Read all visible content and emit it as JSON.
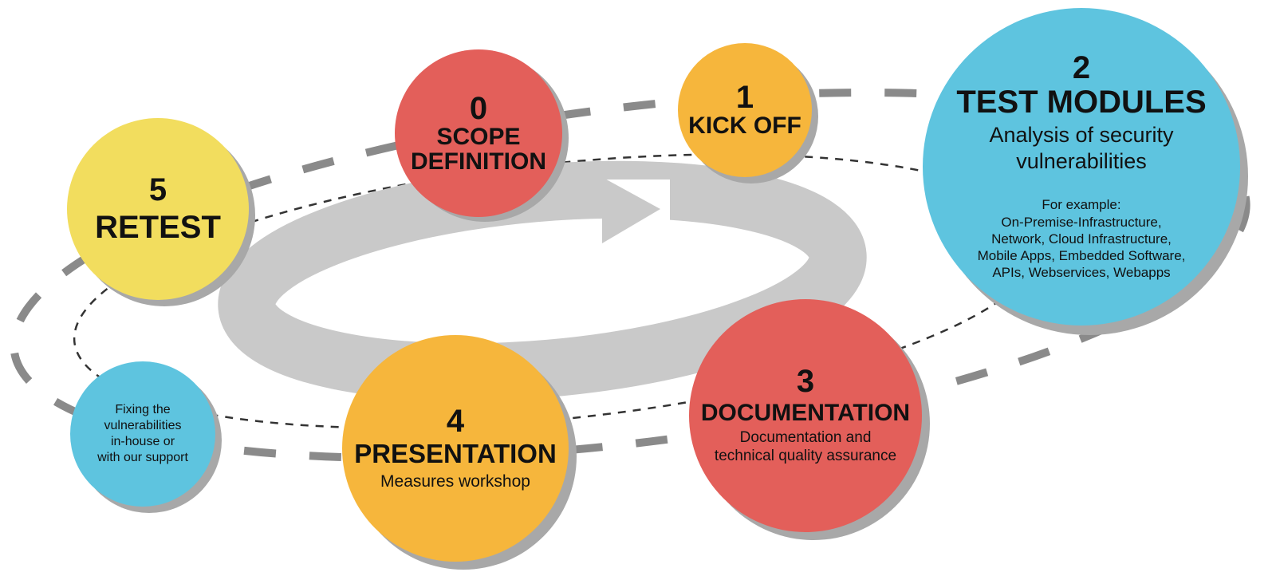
{
  "colors": {
    "red": "#e35f5a",
    "orange": "#f6b63c",
    "yellow": "#f2dd5e",
    "blue": "#5ec4df",
    "arrow_gray": "#c9c9c9",
    "dash_gray": "#8a8a8a",
    "shadow": "#a8a8a8"
  },
  "steps": {
    "scope": {
      "number": "0",
      "title": "SCOPE DEFINITION"
    },
    "kickoff": {
      "number": "1",
      "title": "KICK OFF"
    },
    "test_modules": {
      "number": "2",
      "title": "TEST MODULES",
      "subtitle": "Analysis of security vulnerabilities",
      "example_heading": "For example:",
      "example_lines": [
        "On-Premise-Infrastructure,",
        "Network, Cloud Infrastructure,",
        "Mobile Apps, Embedded Software,",
        "APIs, Webservices, Webapps"
      ]
    },
    "documentation": {
      "number": "3",
      "title": "DOCUMENTATION",
      "subtitle_lines": [
        "Documentation and",
        "technical quality assurance"
      ]
    },
    "presentation": {
      "number": "4",
      "title": "PRESENTATION",
      "subtitle": "Measures workshop"
    },
    "retest": {
      "number": "5",
      "title": "RETEST"
    },
    "fixing": {
      "lines": [
        "Fixing the",
        "vulnerabilities",
        "in-house or",
        "with our support"
      ]
    }
  }
}
